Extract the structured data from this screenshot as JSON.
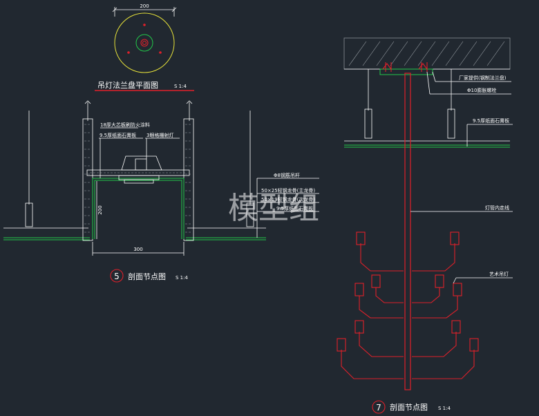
{
  "plan": {
    "title": "吊灯法兰盘平面图",
    "scale": "S 1:4",
    "dim_width": "200"
  },
  "section5": {
    "number": "5",
    "title": "剖面节点图",
    "scale": "S 1:4",
    "dim_width": "300",
    "dim_height": "200",
    "callouts": [
      "18厚大芯板刷防火涂料",
      "9.5厚纸面石膏板",
      "3眼格栅射灯",
      "Φ8钢筋吊杆",
      "50×25轻钢龙骨(主龙骨)",
      "50×19轻钢龙骨(次龙骨)",
      "9.5厚纸面石膏板"
    ]
  },
  "section7": {
    "number": "7",
    "title": "剖面节点图",
    "scale": "S 1:4",
    "callouts": [
      "厂家提供(钢制法兰盘)",
      "Φ10膨胀螺栓",
      "9.5厚纸面石膏板",
      "灯管内走线",
      "艺术吊灯"
    ]
  },
  "watermark": "模型组",
  "colors": {
    "background": "#212830",
    "title_underline": "#e0202a",
    "fixture": "#e0202a",
    "ceiling_board": "#22c94a",
    "flange_outline": "#e8e33a"
  }
}
